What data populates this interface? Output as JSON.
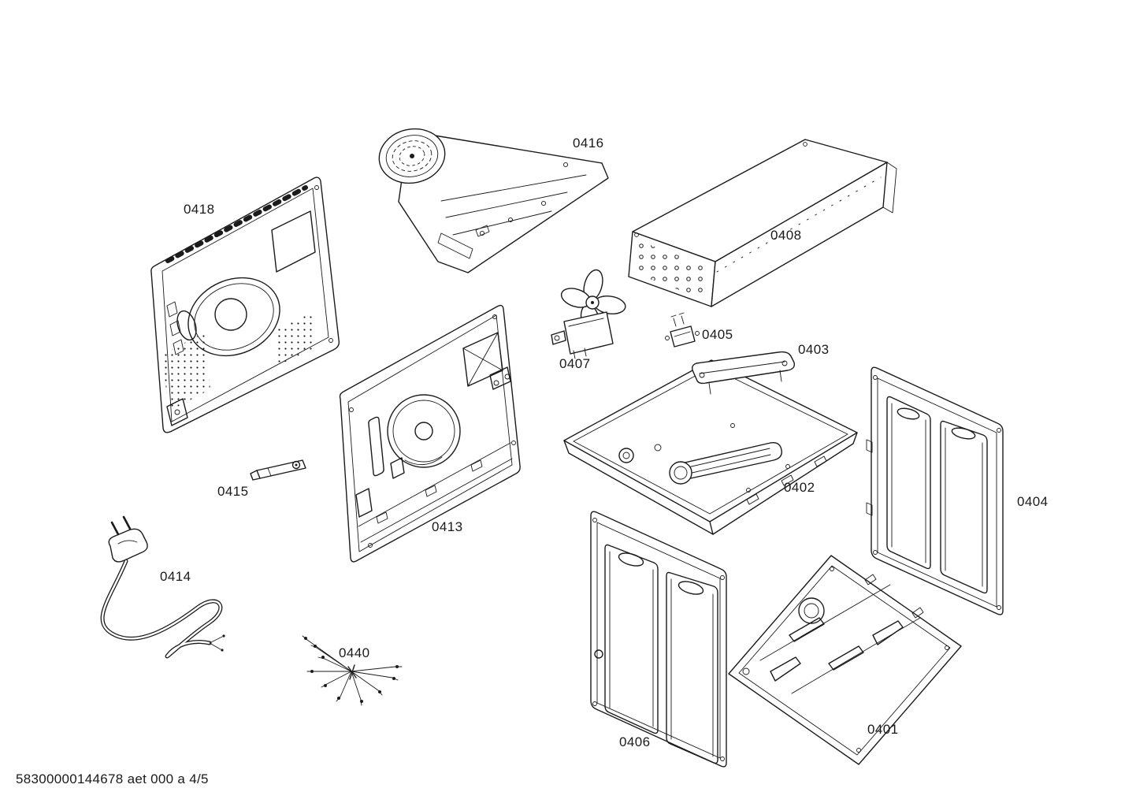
{
  "diagram": {
    "labels": {
      "l0416": "0416",
      "l0418": "0418",
      "l0408": "0408",
      "l0405": "0405",
      "l0403": "0403",
      "l0407": "0407",
      "l0402": "0402",
      "l0404": "0404",
      "l0415": "0415",
      "l0413": "0413",
      "l0414": "0414",
      "l0440": "0440",
      "l0406": "0406",
      "l0401": "0401"
    },
    "footer": "58300000144678 aet 000 a 4/5"
  }
}
